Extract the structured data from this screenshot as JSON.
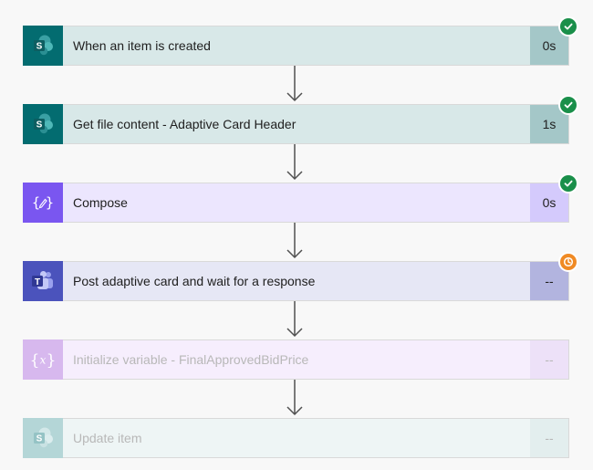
{
  "steps": [
    {
      "label": "When an item is created",
      "duration": "0s",
      "status": "succeeded",
      "icon": "sharepoint-icon"
    },
    {
      "label": "Get file content - Adaptive Card Header",
      "duration": "1s",
      "status": "succeeded",
      "icon": "sharepoint-icon"
    },
    {
      "label": "Compose",
      "duration": "0s",
      "status": "succeeded",
      "icon": "compose-icon"
    },
    {
      "label": "Post adaptive card and wait for a response",
      "duration": "--",
      "status": "running",
      "icon": "teams-icon"
    },
    {
      "label": "Initialize variable - FinalApprovedBidPrice",
      "duration": "--",
      "status": "not-run",
      "icon": "variable-icon"
    },
    {
      "label": "Update item",
      "duration": "--",
      "status": "not-run",
      "icon": "sharepoint-icon"
    }
  ],
  "colors": {
    "success": "#1a8f4a",
    "running": "#f08a24",
    "sharepoint": "#036c70",
    "compose": "#7a56f0",
    "teams": "#4b53bc",
    "variable": "#d7b8ee"
  }
}
